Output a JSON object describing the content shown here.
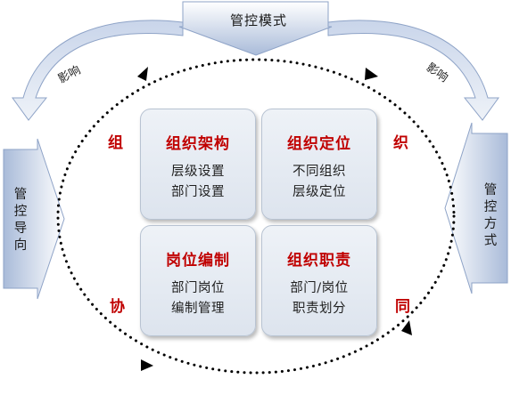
{
  "top_arrow": {
    "label": "管控模式"
  },
  "left_arrow": {
    "label": "管控导向"
  },
  "right_arrow": {
    "label": "管控方式"
  },
  "influence": {
    "left": "影响",
    "right": "影响"
  },
  "cycle_chars": {
    "top_left": "组",
    "top_right": "织",
    "bottom_left": "协",
    "bottom_right": "同"
  },
  "boxes": [
    {
      "title": "组织架构",
      "lines": [
        "层级设置",
        "部门设置"
      ]
    },
    {
      "title": "组织定位",
      "lines": [
        "不同组织",
        "层级定位"
      ]
    },
    {
      "title": "岗位编制",
      "lines": [
        "部门岗位",
        "编制管理"
      ]
    },
    {
      "title": "组织职责",
      "lines": [
        "部门/岗位",
        "职责划分"
      ]
    }
  ],
  "colors": {
    "accent_red": "#c00000",
    "arrow_fill_light": "#ffffff",
    "arrow_fill_dark": "#a9bbd9",
    "arrow_stroke": "#8ea3c7",
    "box_fill": "#e4e9f1"
  }
}
